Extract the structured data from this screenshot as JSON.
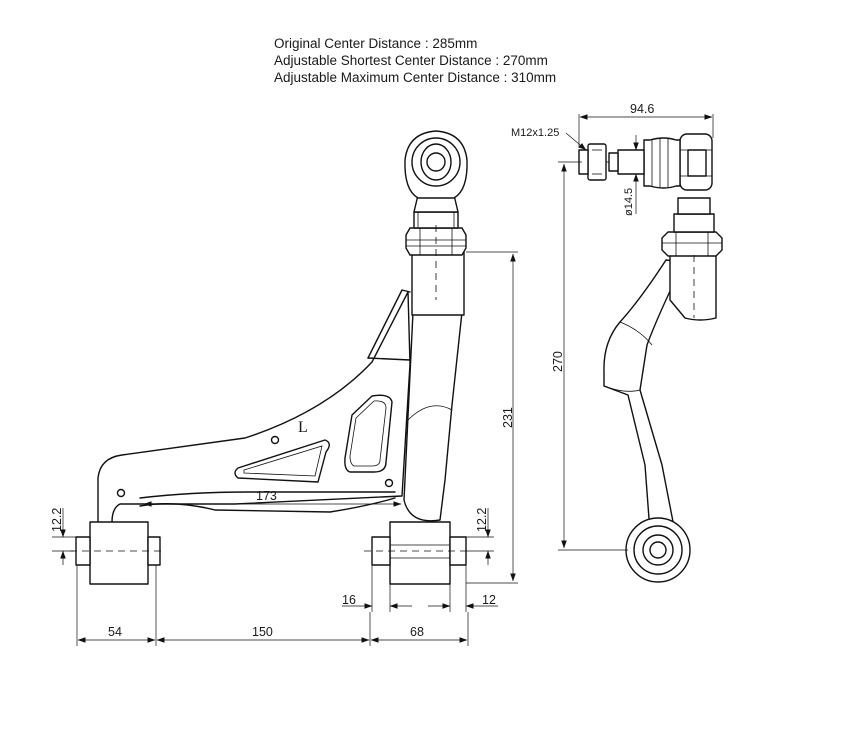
{
  "specs": {
    "original": "Original  Center Distance : 285mm",
    "shortest": "Adjustable Shortest Center Distance : 270mm",
    "maximum": "Adjustable Maximum  Center Distance : 310mm"
  },
  "side_label": "L",
  "front_view_dims": {
    "d173": "173",
    "d231": "231",
    "d12_2_left": "12.2",
    "d12_2_right": "12.2",
    "d16": "16",
    "d12": "12",
    "d54": "54",
    "d150": "150",
    "d68": "68"
  },
  "side_view_dims": {
    "d94_6": "94.6",
    "d270": "270",
    "d14_5": "ø14.5",
    "thread": "M12x1.25"
  }
}
